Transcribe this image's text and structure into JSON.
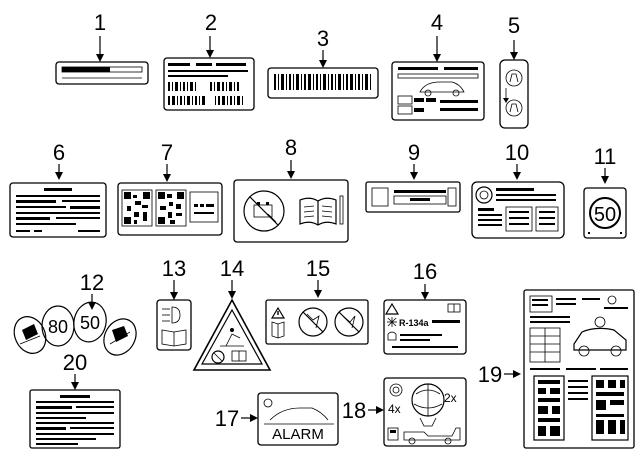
{
  "callouts": {
    "c1": "1",
    "c2": "2",
    "c3": "3",
    "c4": "4",
    "c5": "5",
    "c6": "6",
    "c7": "7",
    "c8": "8",
    "c9": "9",
    "c10": "10",
    "c11": "11",
    "c12": "12",
    "c13": "13",
    "c14": "14",
    "c15": "15",
    "c16": "16",
    "c17": "17",
    "c18": "18",
    "c19": "19",
    "c20": "20"
  },
  "labels": {
    "speed_limit": "50",
    "speed_80": "80",
    "speed_50": "50",
    "refrigerant": "R-134a",
    "alarm": "ALARM",
    "count_4x": "4x",
    "count_2x": "2x"
  }
}
